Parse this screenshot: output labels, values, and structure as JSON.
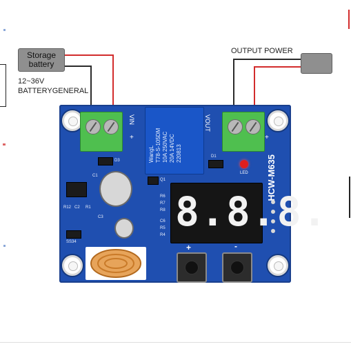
{
  "callouts": {
    "storage_line1": "Storage",
    "storage_line2": "battery",
    "voltage": "12~36V",
    "battery_general": "BATTERYGENERAL",
    "output_power": "OUTPUT POWER"
  },
  "board": {
    "model": "HCW-M635",
    "vin_label": "VIN",
    "vout_label": "VOUT",
    "plus": "+",
    "minus": "-",
    "led_label": "LED",
    "display_digits": "8.8.8.",
    "relay_lines": [
      "WangL",
      "T78-S-105DM",
      "10A 250VAC",
      "20A 14VDC",
      "220813"
    ],
    "component_labels": [
      "D1",
      "D3",
      "C1",
      "R12",
      "C2",
      "R1",
      "C3",
      "SS34",
      "R6",
      "R7",
      "R8",
      "R4",
      "R5",
      "C6",
      "Q1"
    ],
    "button_plus": "+",
    "button_minus": "-"
  },
  "colors": {
    "pcb": "#1f4fb0",
    "terminal": "#4fbf4f",
    "wire_red": "#d22b2b",
    "wire_black": "#2a2a2a",
    "led": "#e01e1e"
  }
}
